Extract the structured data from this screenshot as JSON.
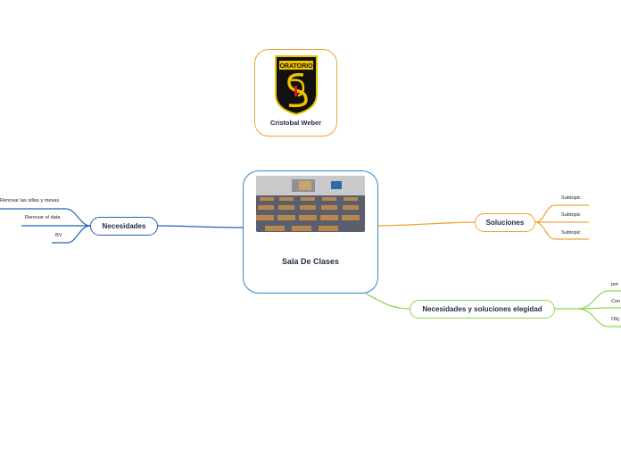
{
  "logo": {
    "badge_text": "ORATORIO",
    "caption": "Cristobal Weber"
  },
  "central": {
    "title": "Sala De Clases"
  },
  "branches": {
    "necesidades": {
      "label": "Necesidades",
      "items": [
        "Renovar las sillas y mesas",
        "Renovar el data",
        "BV"
      ]
    },
    "soluciones": {
      "label": "Soluciones",
      "items": [
        "Subtopic",
        "Subtopic",
        "Subtopic"
      ]
    },
    "necesidades_soluciones": {
      "label": "Necesidades y soluciones elegidad",
      "items": [
        "por",
        "Con",
        "Obj"
      ]
    }
  },
  "colors": {
    "necesidades": "#1e63b5",
    "soluciones": "#f0a23a",
    "necesidades_soluciones": "#8ed64b",
    "central": "#2f86c6"
  }
}
